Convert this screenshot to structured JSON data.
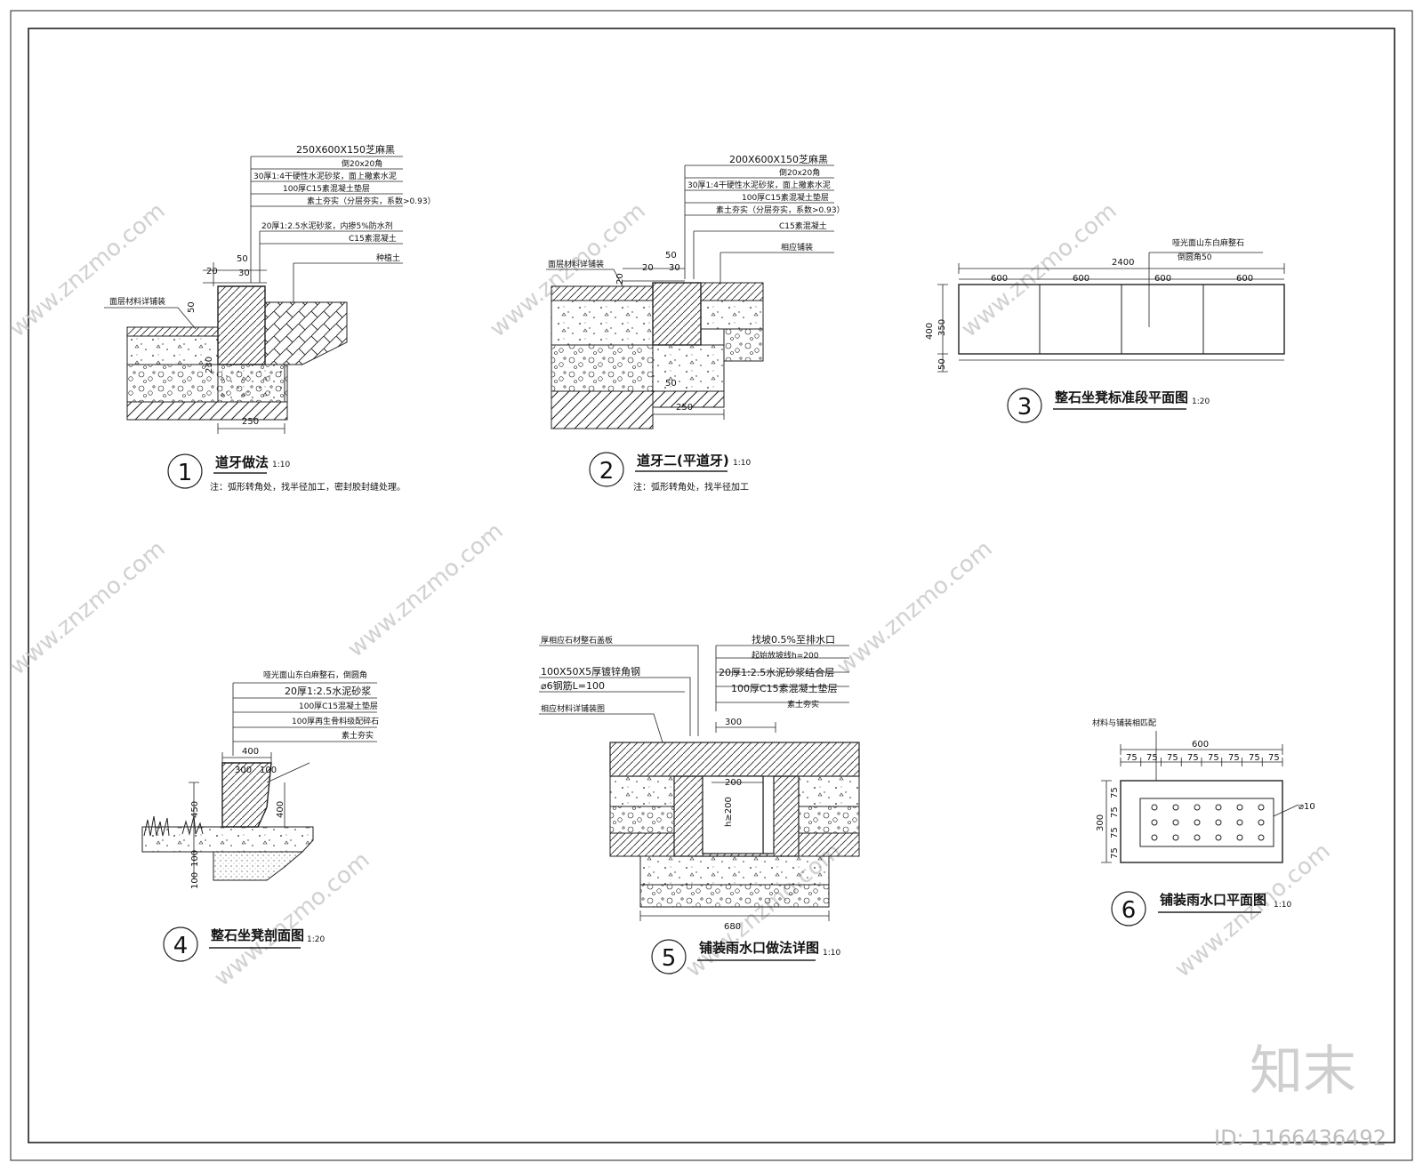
{
  "watermark": {
    "site": "www.znzmo.com",
    "brand": "知末",
    "id": "ID: 1166436492"
  },
  "details": [
    {
      "number": "1",
      "title": "道牙做法",
      "scale": "1:10",
      "note": "注：弧形转角处，找半径加工，密封胶封缝处理。",
      "labels": [
        "250X600X150芝麻黑",
        "倒20x20角",
        "30厚1:4干硬性水泥砂浆，面上撒素水泥",
        "100厚C15素混凝土垫层",
        "素土夯实（分层夯实，系数>0.93）",
        "20厚1:2.5水泥砂浆，内掺5%防水剂",
        "C15素混凝土",
        "种植土"
      ],
      "side_label": "面层材料详铺装",
      "dims": [
        "50",
        "20",
        "30",
        "50",
        "230",
        "250"
      ]
    },
    {
      "number": "2",
      "title": "道牙二(平道牙)",
      "scale": "1:10",
      "note": "注：弧形转角处，找半径加工",
      "labels": [
        "200X600X150芝麻黑",
        "倒20x20角",
        "30厚1:4干硬性水泥砂浆，面上撒素水泥",
        "100厚C15素混凝土垫层",
        "素土夯实（分层夯实，系数>0.93）",
        "C15素混凝土",
        "相应铺装"
      ],
      "side_label": "面层材料详铺装",
      "dims": [
        "50",
        "20",
        "20",
        "30",
        "250",
        "50"
      ]
    },
    {
      "number": "3",
      "title": "整石坐凳标准段平面图",
      "scale": "1:20",
      "labels": [
        "哑光面山东白麻整石",
        "倒圆角50"
      ],
      "dims_top": "2400",
      "segments": [
        "600",
        "600",
        "600",
        "600"
      ],
      "dims_side": [
        "400",
        "350",
        "50"
      ]
    },
    {
      "number": "4",
      "title": "整石坐凳剖面图",
      "scale": "1:20",
      "labels": [
        "哑光面山东白麻整石，倒圆角",
        "20厚1:2.5水泥砂浆",
        "100厚C15混凝土垫层",
        "100厚再生骨料级配碎石",
        "素土夯实"
      ],
      "dims": [
        "400",
        "300",
        "100",
        "450",
        "400",
        "100",
        "100"
      ]
    },
    {
      "number": "5",
      "title": "铺装雨水口做法详图",
      "scale": "1:10",
      "labels_left": [
        "厚相应石材整石盖板",
        "100X50X5厚镀锌角钢",
        "⌀6钢筋L=100",
        "相应材料详铺装图"
      ],
      "labels_right": [
        "找坡0.5%至排水口",
        "起始放坡线h=200",
        "20厚1:2.5水泥砂浆结合层",
        "100厚C15素混凝土垫层",
        "素土夯实"
      ],
      "dims": [
        "300",
        "200",
        "h≥200",
        "680"
      ]
    },
    {
      "number": "6",
      "title": "铺装雨水口平面图",
      "scale": "1:10",
      "labels": [
        "材料与铺装相匹配",
        "⌀10"
      ],
      "dims_top": "600",
      "ticks": [
        "75",
        "75",
        "75",
        "75",
        "75",
        "75",
        "75",
        "75"
      ],
      "dims_side": [
        "300",
        "75",
        "75",
        "75",
        "75"
      ]
    }
  ]
}
